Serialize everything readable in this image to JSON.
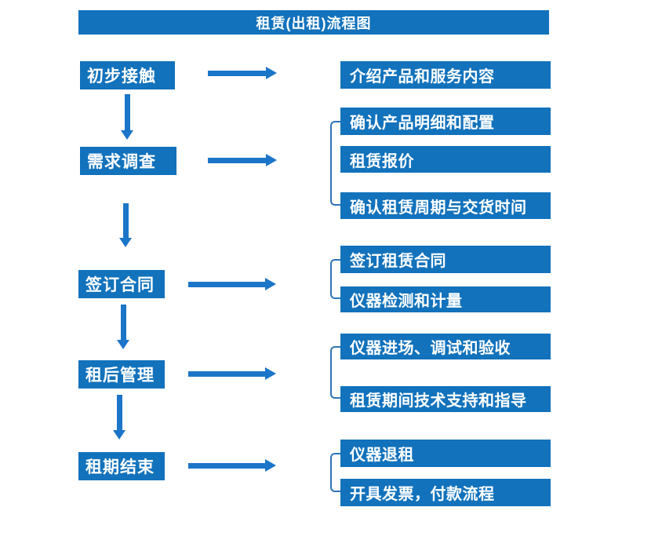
{
  "title": "租赁(出租)流程图",
  "colors": {
    "box_blue": "#1272bc",
    "arrow_blue": "#1b75c8",
    "bracket_blue": "#2e74b5",
    "text_white": "#ffffff"
  },
  "stages": [
    {
      "label": "初步接触"
    },
    {
      "label": "需求调查"
    },
    {
      "label": "签订合同"
    },
    {
      "label": "租后管理"
    },
    {
      "label": "租期结束"
    }
  ],
  "details": [
    {
      "label": "介绍产品和服务内容"
    },
    {
      "label": "确认产品明细和配置"
    },
    {
      "label": "租赁报价"
    },
    {
      "label": "确认租赁周期与交货时间"
    },
    {
      "label": "签订租赁合同"
    },
    {
      "label": "仪器检测和计量"
    },
    {
      "label": "仪器进场、调试和验收"
    },
    {
      "label": "租赁期间技术支持和指导"
    },
    {
      "label": "仪器退租"
    },
    {
      "label": "开具发票，付款流程"
    }
  ]
}
